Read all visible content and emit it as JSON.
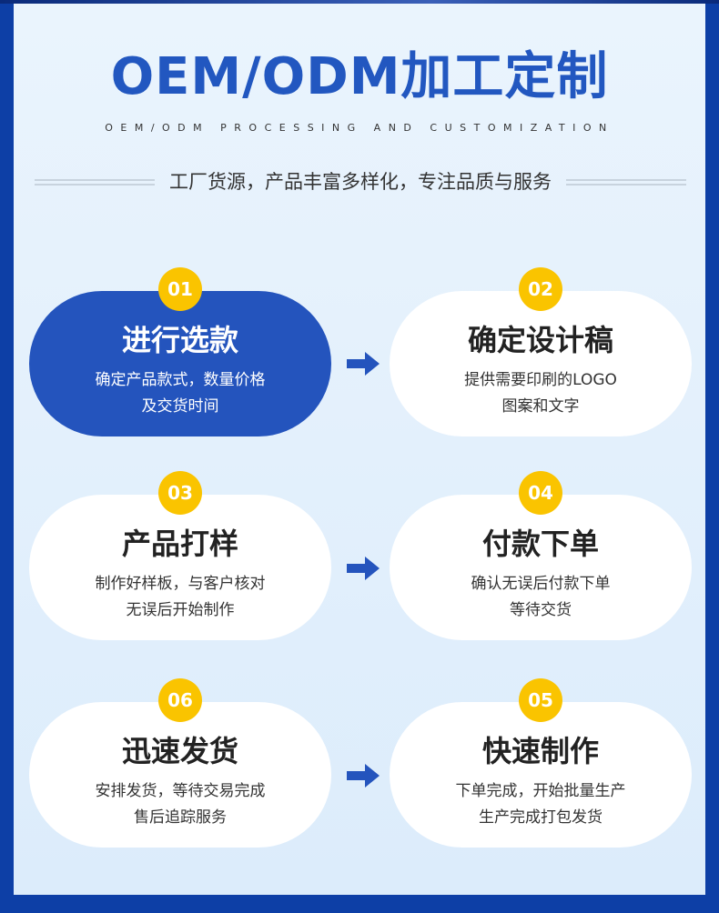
{
  "header": {
    "title": "OEM/ODM加工定制",
    "subtitle": "OEM/ODM PROCESSING AND CUSTOMIZATION",
    "tagline": "工厂货源，产品丰富多样化，专注品质与服务"
  },
  "colors": {
    "brand_blue": "#2454bd",
    "badge_yellow": "#fac400",
    "panel_bg": "#e6f1fc",
    "frame_blue": "#0d3fa6"
  },
  "steps": [
    {
      "num": "01",
      "title": "进行选款",
      "desc1": "确定产品款式，数量价格",
      "desc2": "及交货时间",
      "highlighted": true
    },
    {
      "num": "02",
      "title": "确定设计稿",
      "desc1": "提供需要印刷的LOGO",
      "desc2": "图案和文字",
      "highlighted": false
    },
    {
      "num": "03",
      "title": "产品打样",
      "desc1": "制作好样板，与客户核对",
      "desc2": "无误后开始制作",
      "highlighted": false
    },
    {
      "num": "04",
      "title": "付款下单",
      "desc1": "确认无误后付款下单",
      "desc2": "等待交货",
      "highlighted": false
    },
    {
      "num": "06",
      "title": "迅速发货",
      "desc1": "安排发货，等待交易完成",
      "desc2": "售后追踪服务",
      "highlighted": false
    },
    {
      "num": "05",
      "title": "快速制作",
      "desc1": "下单完成，开始批量生产",
      "desc2": "生产完成打包发货",
      "highlighted": false
    }
  ],
  "icons": {
    "arrow": "right-arrow-icon"
  }
}
